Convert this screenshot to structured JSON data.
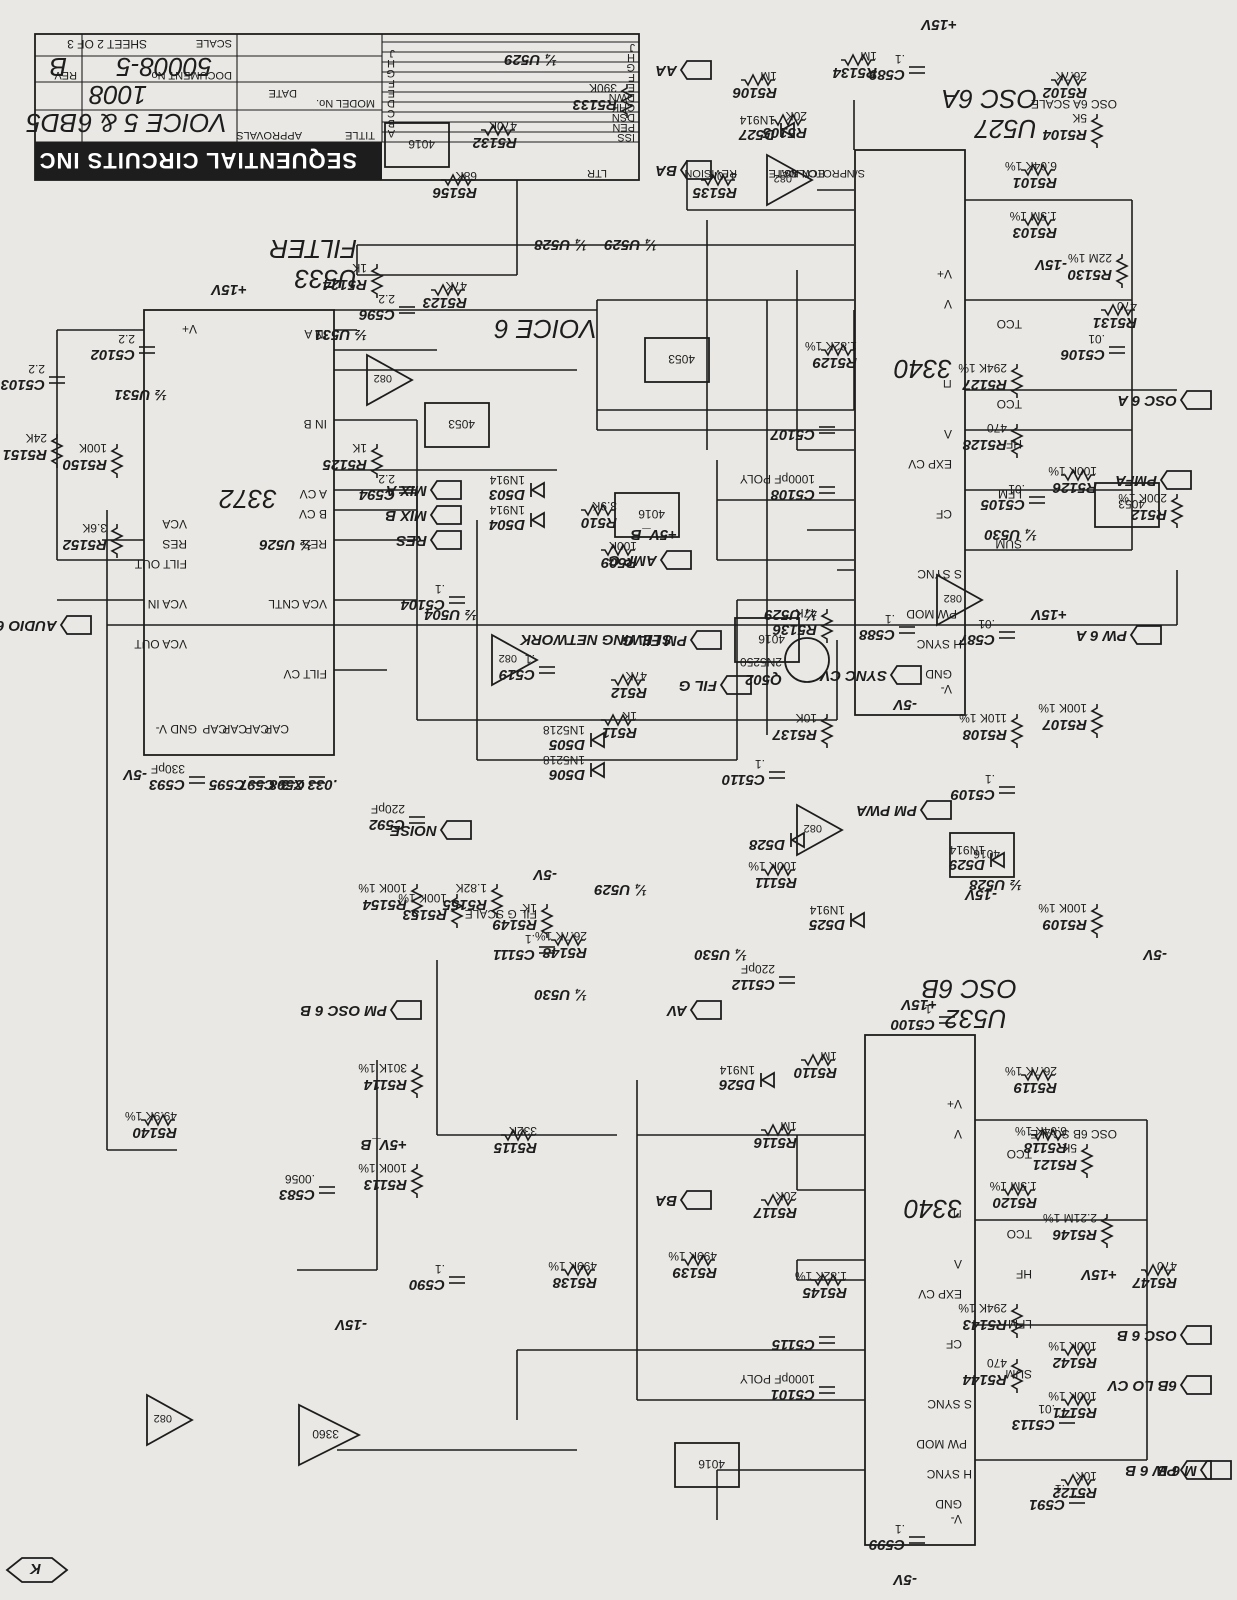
{
  "title_block": {
    "company": "SEQUENTIAL CIRCUITS INC",
    "title_label": "TITLE",
    "title": "VOICE 5 & 6",
    "board": "BD5",
    "model_label": "MODEL No.",
    "model": "1008",
    "document_label": "DOCUMENT No.",
    "document": "50008-5",
    "rev_label": "REV",
    "rev": "B",
    "scale_label": "SCALE",
    "sheet": "SHEET 2 OF 3",
    "approvals_label": "APPROVALS",
    "date_label": "DATE",
    "rows": [
      "ISS",
      "PEN",
      "DSN",
      "CHK",
      "DWN",
      "E",
      "F",
      "G",
      "H",
      "J"
    ],
    "row_letters": [
      "A",
      "B",
      "C",
      "D",
      "E",
      "F",
      "G",
      "H",
      "J"
    ],
    "revision_headers": [
      "LTR",
      "REVISION",
      "DATE",
      "ECN No.",
      "PROTO/LAST",
      "S/N"
    ]
  },
  "chips": {
    "u533_name": "3372",
    "u533_ref": "U533",
    "u533_caption": "FILTER",
    "u532_name": "3340",
    "u532_ref": "U532",
    "u532_caption": "OSC 6B",
    "u527_name": "3340",
    "u527_ref": "U527",
    "u527_caption": "OSC 6A",
    "u526_name": "3360",
    "u526_ref": "½ U526",
    "opamp": "082",
    "switch": "4016",
    "mux": "4053"
  },
  "labels": {
    "voice": "VOICE 6",
    "slewing": "SLEWING NETWORK",
    "cap_note": ".033 X 3",
    "page_marker": "K",
    "u531a": "½ U531",
    "u531b": "½ U531",
    "u530a": "¼ U530",
    "u530b": "¼ U530",
    "u530c": "¼ U530",
    "u529a": "¼ U529",
    "u529b": "¼ U529",
    "u529c": "¼ U529",
    "u529d": "¼ U529",
    "u528a": "½ U528",
    "u528b": "¼ U528",
    "u504": "½ U504"
  },
  "pins_3372": [
    "V-",
    "GND",
    "CAP",
    "CAP",
    "CAP",
    "CAP",
    "FILT CV",
    "VCA CNTL",
    "RES",
    "B CV",
    "A CV",
    "IN B",
    "IN A",
    "V+",
    "FILT OUT",
    "VCA OUT",
    "VCA IN",
    "RES",
    "VCA"
  ],
  "pins_3340": [
    "V-",
    "GND",
    "H SYNC",
    "PW MOD",
    "S SYNC",
    "SUM",
    "CF",
    "LFM",
    "EXP CV",
    "HF",
    "Λ",
    "TCO",
    "⊓",
    "TCO",
    "V",
    "V+"
  ],
  "connectors": {
    "audio": "AUDIO 6",
    "noise": "NOISE",
    "res": "RES",
    "mixb": "MIX B",
    "mixa": "MIX A",
    "ampg": "AMP G",
    "pmfilg": "PM FIL G",
    "filg": "FIL G",
    "pmoscb": "PM OSC 6 B",
    "ba1": "BA",
    "ba2": "BA",
    "aa": "AA",
    "av": "AV",
    "pmpwa": "PM PWA",
    "sync": "SYNC CV",
    "pw6a": "PW 6 A",
    "pmfa": "PMFA",
    "osc6a": "OSC 6 A",
    "pw6b": "PW 6 B",
    "lo6b": "6B LO CV",
    "osc6b": "OSC 6 B",
    "m6b": "M 6 B"
  },
  "components": {
    "r5150": "R5150",
    "r5150v": "100K",
    "r5151": "R5151",
    "r5151v": "24K",
    "r5152": "R5152",
    "r5152v": "3.6K",
    "c5102": "C5102",
    "c5102v": "2.2",
    "c5103": "C5103",
    "c5103v": "2.2",
    "r5125": "R5125",
    "r5125v": "1K",
    "r5124": "R5124",
    "r5124v": "1K",
    "c594": "C594",
    "c594v": "2.2",
    "c596": "C596",
    "c596v": "2.2",
    "r5123": "R5123",
    "r5123v": "47K",
    "r5156": "R5156",
    "r5156v": "68K",
    "r5132": "R5132",
    "r5132v": "470K",
    "r5135": "R5135",
    "r5135v": "470K",
    "r5105": "R5105",
    "r5105v": "20K",
    "r5106": "R5106",
    "r5106v": "1M",
    "r5133": "R5133",
    "r5133v": "390K",
    "r5134": "R5134",
    "r5134v": "1M",
    "d527": "D527",
    "d527v": "1N914",
    "c589": "C589",
    "c589v": ".1",
    "r5102": "R5102",
    "r5102v": "26.7K",
    "r5104": "R5104",
    "r5104v": "5K",
    "r5104n": "OSC 6A SCALE",
    "r5101": "R5101",
    "r5101v": "6.04K 1%",
    "r5103": "R5103",
    "r5103v": "1.5M 1%",
    "r5130": "R5130",
    "r5130v": "22M 1%",
    "r5131": "R5131",
    "r5131v": "470",
    "c5106": "C5106",
    "c5106v": ".01",
    "r5127": "R5127",
    "r5127v": "294K 1%",
    "r5128": "R5128",
    "r5128v": "470",
    "c5105": "C5105",
    "c5105v": ".01",
    "r5126": "R5126",
    "r5126v": "100K 1%",
    "r5129": "R5129",
    "r5129v": "1.82K 1%",
    "c5107": "C5107",
    "c5108": "C5108",
    "c5108v": "1000pF POLY",
    "q502": "Q502",
    "q502v": "2N5250",
    "r5136": "R5136",
    "r5136v": "47K",
    "r5137": "R5137",
    "r5137v": "10K",
    "c5110": "C5110",
    "c5110v": ".1",
    "d528": "D528",
    "d529": "D529",
    "d529v": "1N914",
    "c587": "C587",
    "c587v": ".01",
    "c588": "C588",
    "c588v": ".1",
    "r5108": "R5108",
    "r5108v": "110K 1%",
    "r5107": "R5107",
    "r5107v": "100K 1%",
    "r512": "R512",
    "r512v": "200K 1%",
    "c5109": "C5109",
    "c5109v": ".1",
    "r5109": "R5109",
    "r5109v": "100K 1%",
    "r5111": "R5111",
    "r5111v": "100K 1%",
    "c5112": "C5112",
    "c5112v": "220pF",
    "d525": "D525",
    "d525v": "1N914",
    "r5110": "R5110",
    "r5110v": "1M",
    "d526": "D526",
    "d526v": "1N914",
    "r5116": "R5116",
    "r5116v": "1M",
    "r5117": "R5117",
    "r5117v": "20K",
    "r5115": "R5115",
    "r5115v": "332K",
    "r5138": "R5138",
    "r5138v": "499K 1%",
    "r5139": "R5139",
    "r5139v": "499K 1%",
    "r5145": "R5145",
    "r5145v": "1.82K 1%",
    "c5115": "C5115",
    "c5101": "C5101",
    "c5101v": "1000pF POLY",
    "c5100": "C5100",
    "c5100v": ".1",
    "r5119": "R5119",
    "r5119v": "26.7K 1%",
    "r5121": "R5121",
    "r5121v": "5K",
    "r5121n": "OSC 6B SCALE",
    "r5118": "R5118",
    "r5118v": "6.04K 1%",
    "r5120": "R5120",
    "r5120v": "1.5M 1%",
    "r5146": "R5146",
    "r5146v": "2.21M 1%",
    "r5147": "R5147",
    "r5147v": "470",
    "r5143": "R5143",
    "r5143v": "294K 1%",
    "r5144": "R5144",
    "r5144v": "470",
    "c5113": "C5113",
    "c5113v": ".01",
    "r5142": "R5142",
    "r5142v": "100K 1%",
    "r5141": "R5141",
    "r5141v": "100K 1%",
    "c5122": "R5122",
    "c5122v": "10K",
    "c591": "C591",
    "c591v": ".1",
    "c599": "C599",
    "c599v": ".1",
    "c590": "C590",
    "c590v": ".1",
    "r5113": "R5113",
    "r5113v": "100K 1%",
    "r5114": "R5114",
    "r5114v": "301K 1%",
    "c583": "C583",
    "c583v": ".0056",
    "r5140": "R5140",
    "r5140v": "49.9K 1%",
    "r5154": "R5154",
    "r5154v": "100K 1%",
    "r5153": "R5153",
    "r5153v": "100K 1%",
    "r5155": "R5155",
    "r5155v": "1.82K",
    "r5149": "R5149",
    "r5149v": "1K",
    "r5149n": "FIL G SCALE",
    "r5148": "R5148",
    "r5148v": "26.7K 1%",
    "c5111": "C5111",
    "c5111v": ".1",
    "c5104": "C5104",
    "c5104v": ".1",
    "r509": "R509",
    "r509v": "100K",
    "r510": "R510",
    "r510v": "3.9K",
    "d504": "D504",
    "d504v": "1N914",
    "d503": "D503",
    "d503v": "1N914",
    "c592": "C592",
    "c592v": "220pF",
    "c593": "C593",
    "c593v": "330pF",
    "c595": "C595",
    "c597": "C597",
    "c598": "C598",
    "r511": "R511",
    "r511v": "1K",
    "r512b": "R512",
    "r512bv": "47K",
    "d505": "D505",
    "d505v": "1N5218",
    "d506": "D506",
    "d506v": "1N5218",
    "c519": "C519",
    "c519v": ".1"
  },
  "rails": {
    "p15": "+15V",
    "m15": "-15V",
    "m5": "-5V",
    "p5": "+5V",
    "p5vb": "+5V_B"
  }
}
